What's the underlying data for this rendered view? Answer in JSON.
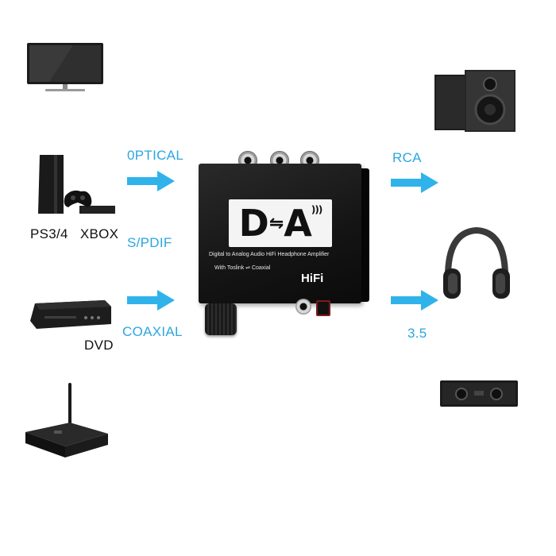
{
  "inputs": {
    "optical_label": "0PTICAL",
    "spdif_label": "S/PDIF",
    "coaxial_label": "COAXIAL"
  },
  "outputs": {
    "rca_label": "RCA",
    "jack_label": "3.5"
  },
  "sources": {
    "console_label": "PS3/4   XBOX",
    "dvd_label": "DVD"
  },
  "device": {
    "logo_left": "D",
    "logo_right": "A",
    "subtitle": "Digital to Analog Audio HiFi Headphone Amplifier",
    "subtitle2": "With Toslink ⇌ Coaxial",
    "badge": "HiFi"
  },
  "colors": {
    "accent": "#2aa6e0",
    "device_body": "#141414"
  }
}
